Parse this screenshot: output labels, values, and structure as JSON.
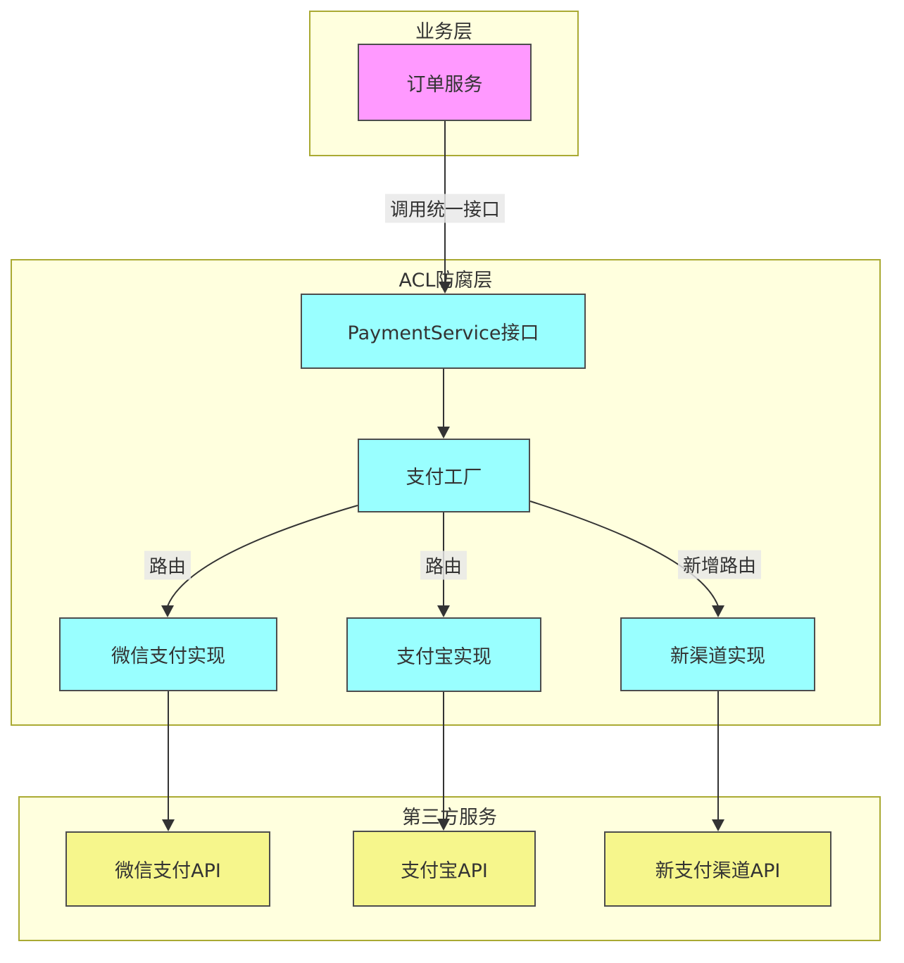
{
  "containers": {
    "business": {
      "title": "业务层"
    },
    "acl": {
      "title": "ACL防腐层"
    },
    "third_party": {
      "title": "第三方服务"
    }
  },
  "nodes": {
    "order_service": {
      "label": "订单服务"
    },
    "payment_service_interface": {
      "label": "PaymentService接口"
    },
    "payment_factory": {
      "label": "支付工厂"
    },
    "wechat_pay_impl": {
      "label": "微信支付实现"
    },
    "alipay_impl": {
      "label": "支付宝实现"
    },
    "new_channel_impl": {
      "label": "新渠道实现"
    },
    "wechat_pay_api": {
      "label": "微信支付API"
    },
    "alipay_api": {
      "label": "支付宝API"
    },
    "new_payment_channel_api": {
      "label": "新支付渠道API"
    }
  },
  "edges": {
    "call_unified_interface": {
      "label": "调用统一接口"
    },
    "route_wechat": {
      "label": "路由"
    },
    "route_alipay": {
      "label": "路由"
    },
    "route_new_channel": {
      "label": "新增路由"
    }
  },
  "colors": {
    "container_fill": "#ffffde",
    "container_border": "#aaaa33",
    "node_magenta": "#ff99ff",
    "node_cyan": "#99ffff",
    "node_yellow": "#f6f68c",
    "node_border": "#4d4d4d",
    "edge_color": "#333333",
    "text_color": "#333333"
  }
}
